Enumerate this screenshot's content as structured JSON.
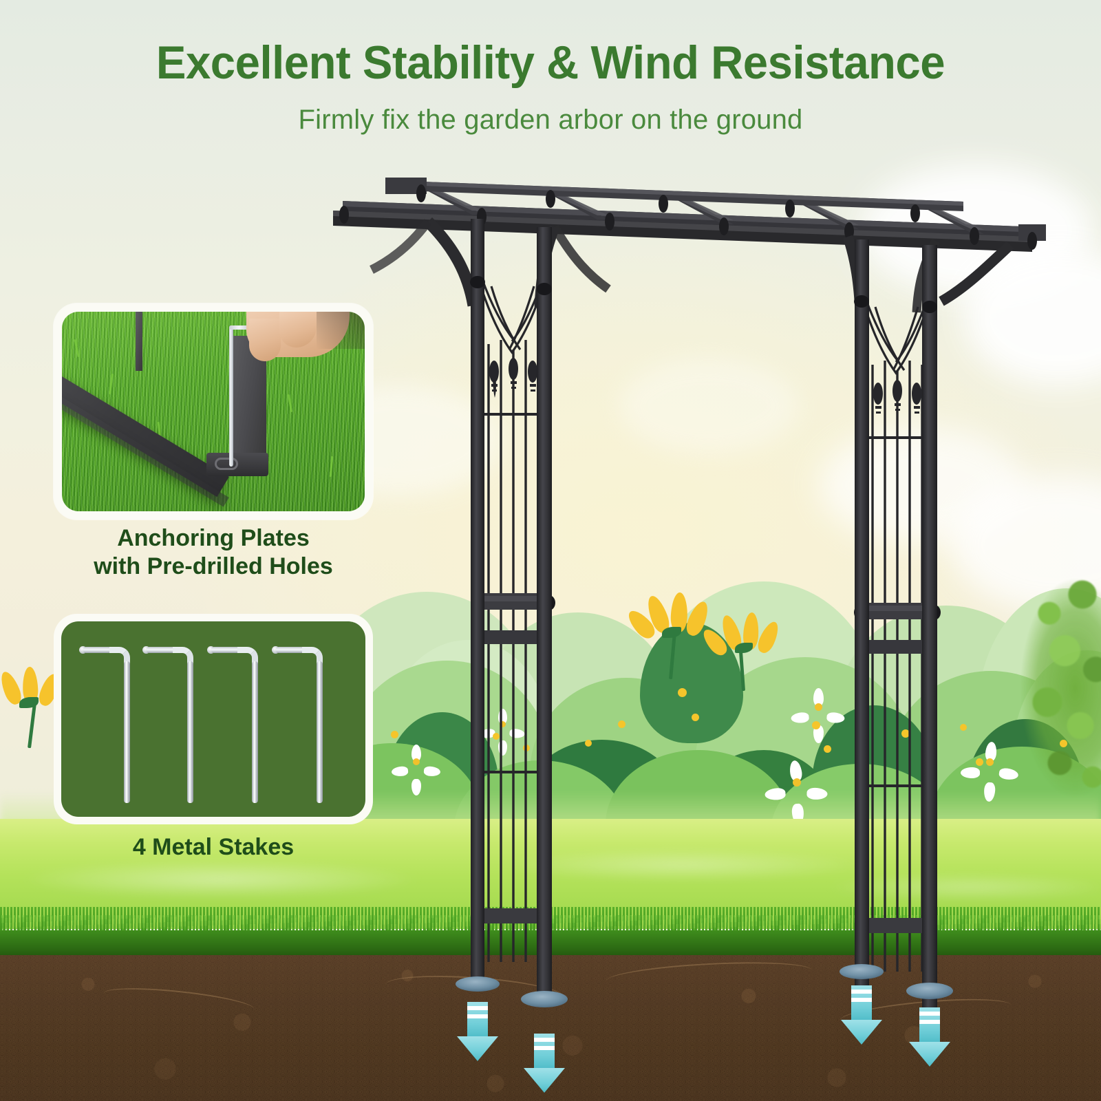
{
  "header": {
    "headline": "Excellent Stability & Wind Resistance",
    "subhead": "Firmly fix the garden arbor on the ground",
    "headline_color": "#3b7a2f",
    "subhead_color": "#4a8a3d"
  },
  "panels": [
    {
      "id": "anchoring-plates",
      "caption_line1": "Anchoring Plates",
      "caption_line2": "with Pre-drilled Holes",
      "caption_color": "#1f4d1a",
      "media": "photo-hand-inserting-stake-into-anchor-plate-on-grass"
    },
    {
      "id": "metal-stakes",
      "caption": "4 Metal Stakes",
      "caption_color": "#1f4d1a",
      "panel_color": "#4a7230",
      "stake_count": 4,
      "media": "four-l-shaped-metal-ground-stakes"
    }
  ],
  "scene": {
    "product": "garden-arbor-pergola-metal",
    "frame_color": "#2b2b2e",
    "leg_count": 4,
    "anchor_arrow_count": 4,
    "anchor_arrow_color": "#7fd4dd",
    "base_plate_color": "#6f8fa4",
    "ground": {
      "lawn_color": "#b4e25a",
      "grass_color": "#3f8d1d",
      "soil_color": "#31200f"
    },
    "sky": {
      "top_color": "#e4ebe2",
      "bottom_color": "#f3eedb",
      "cloud_color": "#ffffff"
    },
    "foliage": {
      "bush_light": "#b6dfa0",
      "bush_mid": "#7cc45f",
      "bush_dark": "#3f8a4b",
      "flower_yellow": "#f6c32c",
      "flower_white": "#ffffff"
    }
  }
}
